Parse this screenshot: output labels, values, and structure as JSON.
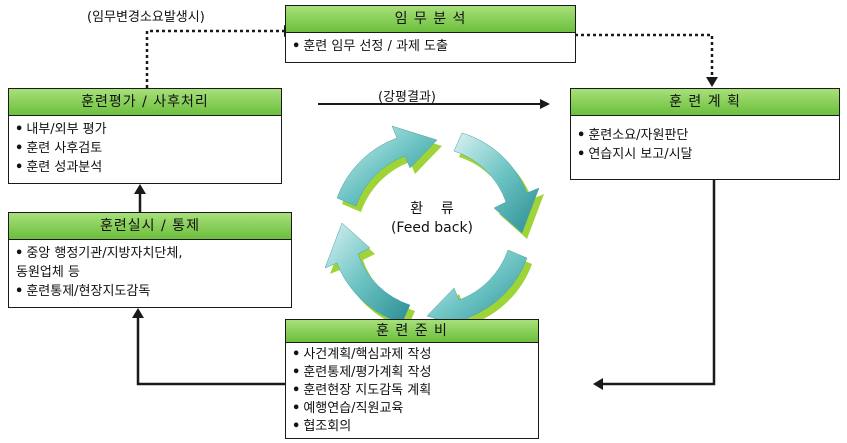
{
  "boxes": {
    "analysis": {
      "title": "임 무 분 석",
      "items": [
        "훈련 임무 선정 / 과제 도출"
      ]
    },
    "plan": {
      "title": "훈 련 계 획",
      "items": [
        "훈련소요/자원판단",
        "연습지시 보고/시달"
      ]
    },
    "prep": {
      "title": "훈 련 준 비",
      "items": [
        "사건계획/핵심과제 작성",
        "훈련통제/평가계획 작성",
        "훈련현장 지도감독 계획",
        "예행연습/직원교육",
        "협조회의"
      ]
    },
    "exec": {
      "title": "훈련실시 / 통제",
      "items": [
        "중앙 행정기관/지방자치단체,",
        "동원업체 등",
        "훈련통제/현장지도감독"
      ]
    },
    "eval": {
      "title": "훈련평가 / 사후처리",
      "items": [
        "내부/외부 평가",
        "훈련 사후검토",
        "훈련 성과분석"
      ]
    }
  },
  "notes": {
    "change_trigger": "(임무변경소요발생시)",
    "lecture_result": "(강평결과)"
  },
  "center": {
    "line1": "환    류",
    "line2": "(Feed back)"
  },
  "colors": {
    "header_green": "#7ccb4a",
    "cycle_teal": "#3aa7a7",
    "cycle_shadow": "#9ad22e",
    "line": "#1a1a1a"
  }
}
